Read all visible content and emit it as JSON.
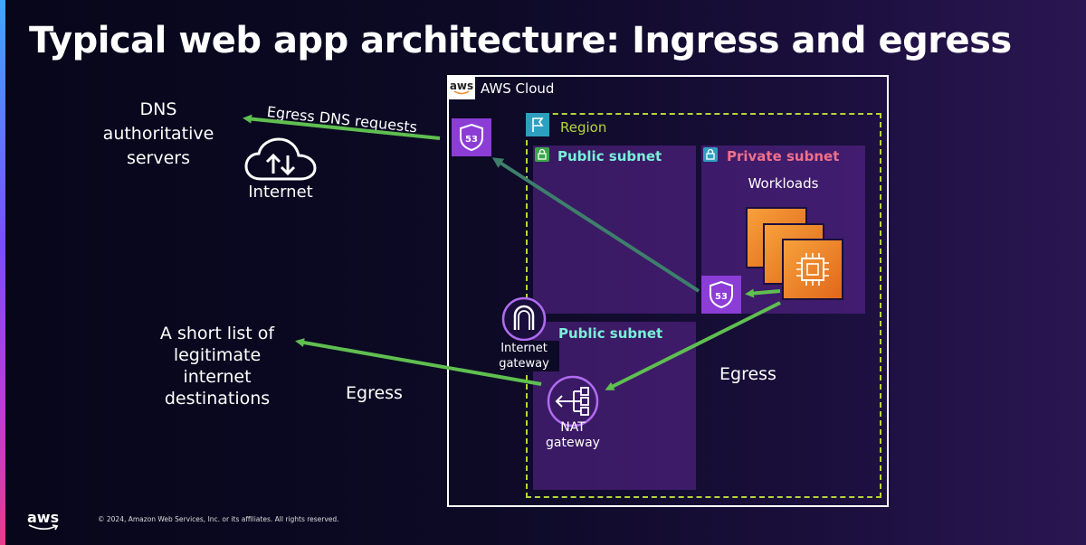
{
  "title": "Typical web app architecture: Ingress and egress",
  "dns": {
    "line1": "DNS",
    "line2": "authoritative",
    "line3": "servers"
  },
  "internet_label": "Internet",
  "egress_dns_label": "Egress DNS requests",
  "destinations": {
    "line1": "A short list of",
    "line2": "legitimate",
    "line3": "internet",
    "line4": "destinations"
  },
  "egress_left": "Egress",
  "egress_right": "Egress",
  "aws_cloud": {
    "logo": "aws",
    "label": "AWS Cloud"
  },
  "region_label": "Region",
  "public_subnet_top": "Public subnet",
  "private_subnet": "Private subnet",
  "workloads": "Workloads",
  "public_subnet_bottom": "Public subnet",
  "internet_gateway": {
    "line1": "Internet",
    "line2": "gateway"
  },
  "nat_gateway": {
    "line1": "NAT",
    "line2": "gateway"
  },
  "route53_badge": "53",
  "footer": {
    "logo": "aws",
    "copyright": "© 2024, Amazon Web Services, Inc. or its affiliates. All rights reserved."
  },
  "colors": {
    "arrow_green": "#5fbf50",
    "region_green": "#b5d43a",
    "public_teal": "#7af0d8",
    "private_pink": "#f0708a",
    "ec2_orange": "#f08a2b",
    "route53_purple": "#8c3dd6"
  },
  "icons": [
    "cloud-upload-download-icon",
    "route53-icon",
    "region-flag-icon",
    "lock-icon",
    "ec2-chip-icon",
    "internet-gateway-icon",
    "nat-gateway-icon",
    "aws-logo"
  ]
}
